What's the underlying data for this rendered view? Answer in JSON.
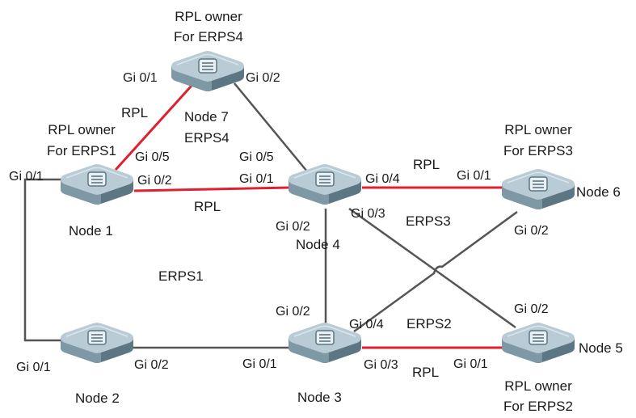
{
  "colors": {
    "rpl_link": "#e0202e",
    "normal_link": "#555555",
    "switch_top": "#b9ccd6",
    "switch_side": "#7f98a6",
    "switch_front": "#5d7683",
    "background": "#ffffff"
  },
  "icon": "network-switch-icon",
  "nodes": {
    "node1": {
      "label": "Node 1"
    },
    "node2": {
      "label": "Node 2"
    },
    "node3": {
      "label": "Node 3"
    },
    "node4": {
      "label": "Node 4"
    },
    "node5": {
      "label": "Node 5"
    },
    "node6": {
      "label": "Node 6"
    },
    "node7": {
      "label": "Node 7"
    }
  },
  "owners": {
    "erps4": {
      "line1": "RPL owner",
      "line2": "For ERPS4"
    },
    "erps1": {
      "line1": "RPL owner",
      "line2": "For ERPS1"
    },
    "erps3": {
      "line1": "RPL owner",
      "line2": "For ERPS3"
    },
    "erps2": {
      "line1": "RPL owner",
      "line2": "For ERPS2"
    }
  },
  "rings": {
    "erps1": "ERPS1",
    "erps2": "ERPS2",
    "erps3": "ERPS3",
    "erps4": "ERPS4"
  },
  "rpl_label": "RPL",
  "ports": {
    "n7_left": "Gi 0/1",
    "n7_right": "Gi 0/2",
    "n1_upper": "Gi 0/5",
    "n4_upper": "Gi 0/5",
    "n1_left": "Gi 0/1",
    "n1_right": "Gi 0/2",
    "n4_left": "Gi 0/1",
    "n4_right": "Gi 0/4",
    "n6_left": "Gi 0/1",
    "n4_bottom": "Gi 0/2",
    "n4_lower_right": "Gi 0/3",
    "n6_bottom": "Gi 0/2",
    "n5_upper": "Gi 0/2",
    "n3_upper": "Gi 0/2",
    "n3_upper_right": "Gi 0/4",
    "n2_left": "Gi 0/1",
    "n2_right": "Gi 0/2",
    "n3_left": "Gi 0/1",
    "n3_right": "Gi 0/3",
    "n5_left": "Gi 0/1"
  }
}
